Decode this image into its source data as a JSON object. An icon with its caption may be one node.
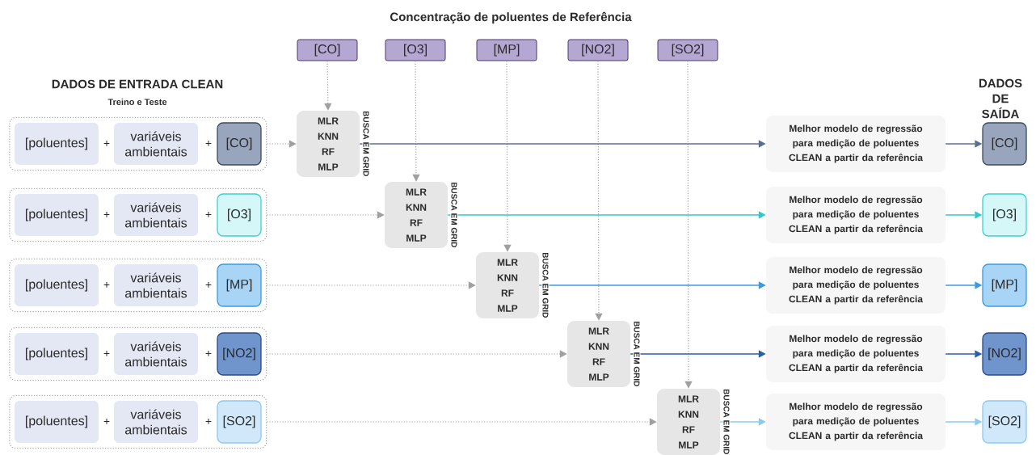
{
  "diagram": {
    "title": "Concentração de poluentes de Referência",
    "nodes": [
      {
        "text": [
          "[CO]"
        ]
      },
      {
        "text": [
          "[O3]"
        ]
      },
      {
        "text": [
          "[MP]"
        ]
      },
      {
        "text": [
          "[NO2]"
        ]
      },
      {
        "text": [
          "[SO2]"
        ]
      },
      {
        "text": [],
        "shape": "box"
      },
      {
        "text": [
          "[poluentes]"
        ],
        "in": 5
      },
      {
        "text": [
          "variáveis ambientais"
        ],
        "in": 5
      },
      {
        "text": [
          "[CO]"
        ],
        "in": 5
      },
      {
        "text": [
          "MLR KNN RF MLP"
        ],
        "beside": [
          "BUSCA EM GRID"
        ]
      },
      {
        "text": [
          "Melhor modelo de regressão para medição de poluentes CLEAN a partir da referência"
        ]
      },
      {
        "text": [
          "[CO]"
        ]
      },
      {
        "text": [],
        "shape": "box"
      },
      {
        "text": [
          "[poluentes]"
        ],
        "in": 12
      },
      {
        "text": [
          "variáveis ambientais"
        ],
        "in": 12
      },
      {
        "text": [
          "[O3]"
        ],
        "in": 12
      },
      {
        "text": [
          "MLR KNN RF MLP"
        ],
        "beside": [
          "BUSCA EM GRID"
        ]
      },
      {
        "text": [
          "Melhor modelo de regressão para medição de poluentes CLEAN a partir da referência"
        ]
      },
      {
        "text": [
          "[O3]"
        ]
      },
      {
        "text": [],
        "shape": "box"
      },
      {
        "text": [
          "[poluentes]"
        ],
        "in": 19
      },
      {
        "text": [
          "variáveis ambientais"
        ],
        "in": 19
      },
      {
        "text": [
          "[MP]"
        ],
        "in": 19
      },
      {
        "text": [
          "MLR KNN RF MLP"
        ],
        "beside": [
          "BUSCA EM GRID"
        ]
      },
      {
        "text": [
          "Melhor modelo de regressão para medição de poluentes CLEAN a partir da referência"
        ]
      },
      {
        "text": [
          "[MP]"
        ]
      },
      {
        "text": [],
        "shape": "box"
      },
      {
        "text": [
          "[poluentes]"
        ],
        "in": 26
      },
      {
        "text": [
          "variáveis ambientais"
        ],
        "in": 26
      },
      {
        "text": [
          "[NO2]"
        ],
        "in": 26
      },
      {
        "text": [
          "MLR KNN RF MLP"
        ],
        "beside": [
          "BUSCA EM GRID"
        ]
      },
      {
        "text": [
          "Melhor modelo de regressão para medição de poluentes CLEAN a partir da referência"
        ]
      },
      {
        "text": [
          "[NO2]"
        ]
      },
      {
        "text": [],
        "shape": "box"
      },
      {
        "text": [
          "[poluentes]"
        ],
        "in": 33
      },
      {
        "text": [
          "variáveis ambientais"
        ],
        "in": 33
      },
      {
        "text": [
          "[SO2]"
        ],
        "in": 33
      },
      {
        "text": [
          "MLR KNN RF MLP"
        ],
        "beside": [
          "BUSCA EM GRID"
        ]
      },
      {
        "text": [
          "Melhor modelo de regressão para medição de poluentes CLEAN a partir da referência"
        ]
      },
      {
        "text": [
          "[SO2]"
        ]
      }
    ],
    "edges": [
      {
        "from": 0,
        "to": 9,
        "arrow": "to",
        "style": "dashed",
        "color": "#a0a0a0"
      },
      {
        "from": 1,
        "to": 16,
        "arrow": "to",
        "style": "dashed",
        "color": "#a0a0a0"
      },
      {
        "from": 2,
        "to": 23,
        "arrow": "to",
        "style": "dashed",
        "color": "#a0a0a0"
      },
      {
        "from": 3,
        "to": 30,
        "arrow": "to",
        "style": "dashed",
        "color": "#a0a0a0"
      },
      {
        "from": 4,
        "to": 37,
        "arrow": "to",
        "style": "dashed",
        "color": "#a0a0a0"
      },
      {
        "from": 5,
        "to": 9,
        "arrow": "to",
        "style": "dashed",
        "color": "#a0a0a0"
      },
      {
        "from": 9,
        "to": 10,
        "arrow": "to",
        "color": "#5a7090"
      },
      {
        "from": 10,
        "to": 11,
        "arrow": "to",
        "color": "#5a7090"
      },
      {
        "from": 12,
        "to": 16,
        "arrow": "to",
        "style": "dashed",
        "color": "#a0a0a0"
      },
      {
        "from": 16,
        "to": 17,
        "arrow": "to",
        "color": "#30c8cc"
      },
      {
        "from": 17,
        "to": 18,
        "arrow": "to",
        "color": "#30c8cc"
      },
      {
        "from": 19,
        "to": 23,
        "arrow": "to",
        "style": "dashed",
        "color": "#a0a0a0"
      },
      {
        "from": 23,
        "to": 24,
        "arrow": "to",
        "color": "#3a9ae0"
      },
      {
        "from": 24,
        "to": 25,
        "arrow": "to",
        "color": "#3a9ae0"
      },
      {
        "from": 26,
        "to": 30,
        "arrow": "to",
        "style": "dashed",
        "color": "#a0a0a0"
      },
      {
        "from": 30,
        "to": 31,
        "arrow": "to",
        "color": "#2a5fa8"
      },
      {
        "from": 31,
        "to": 32,
        "arrow": "to",
        "color": "#2a5fa8"
      },
      {
        "from": 33,
        "to": 37,
        "arrow": "to",
        "style": "dashed",
        "color": "#a0a0a0"
      },
      {
        "from": 37,
        "to": 38,
        "arrow": "to",
        "color": "#8cc8f0"
      },
      {
        "from": 38,
        "to": 39,
        "arrow": "to",
        "color": "#8cc8f0"
      }
    ],
    "labels": [
      "DADOS DE ENTRADA CLEAN",
      "Treino e Teste",
      "DADOS DE SAÍDA",
      "+",
      "+",
      "+",
      "+",
      "+",
      "+",
      "+",
      "+",
      "+",
      "+"
    ]
  }
}
